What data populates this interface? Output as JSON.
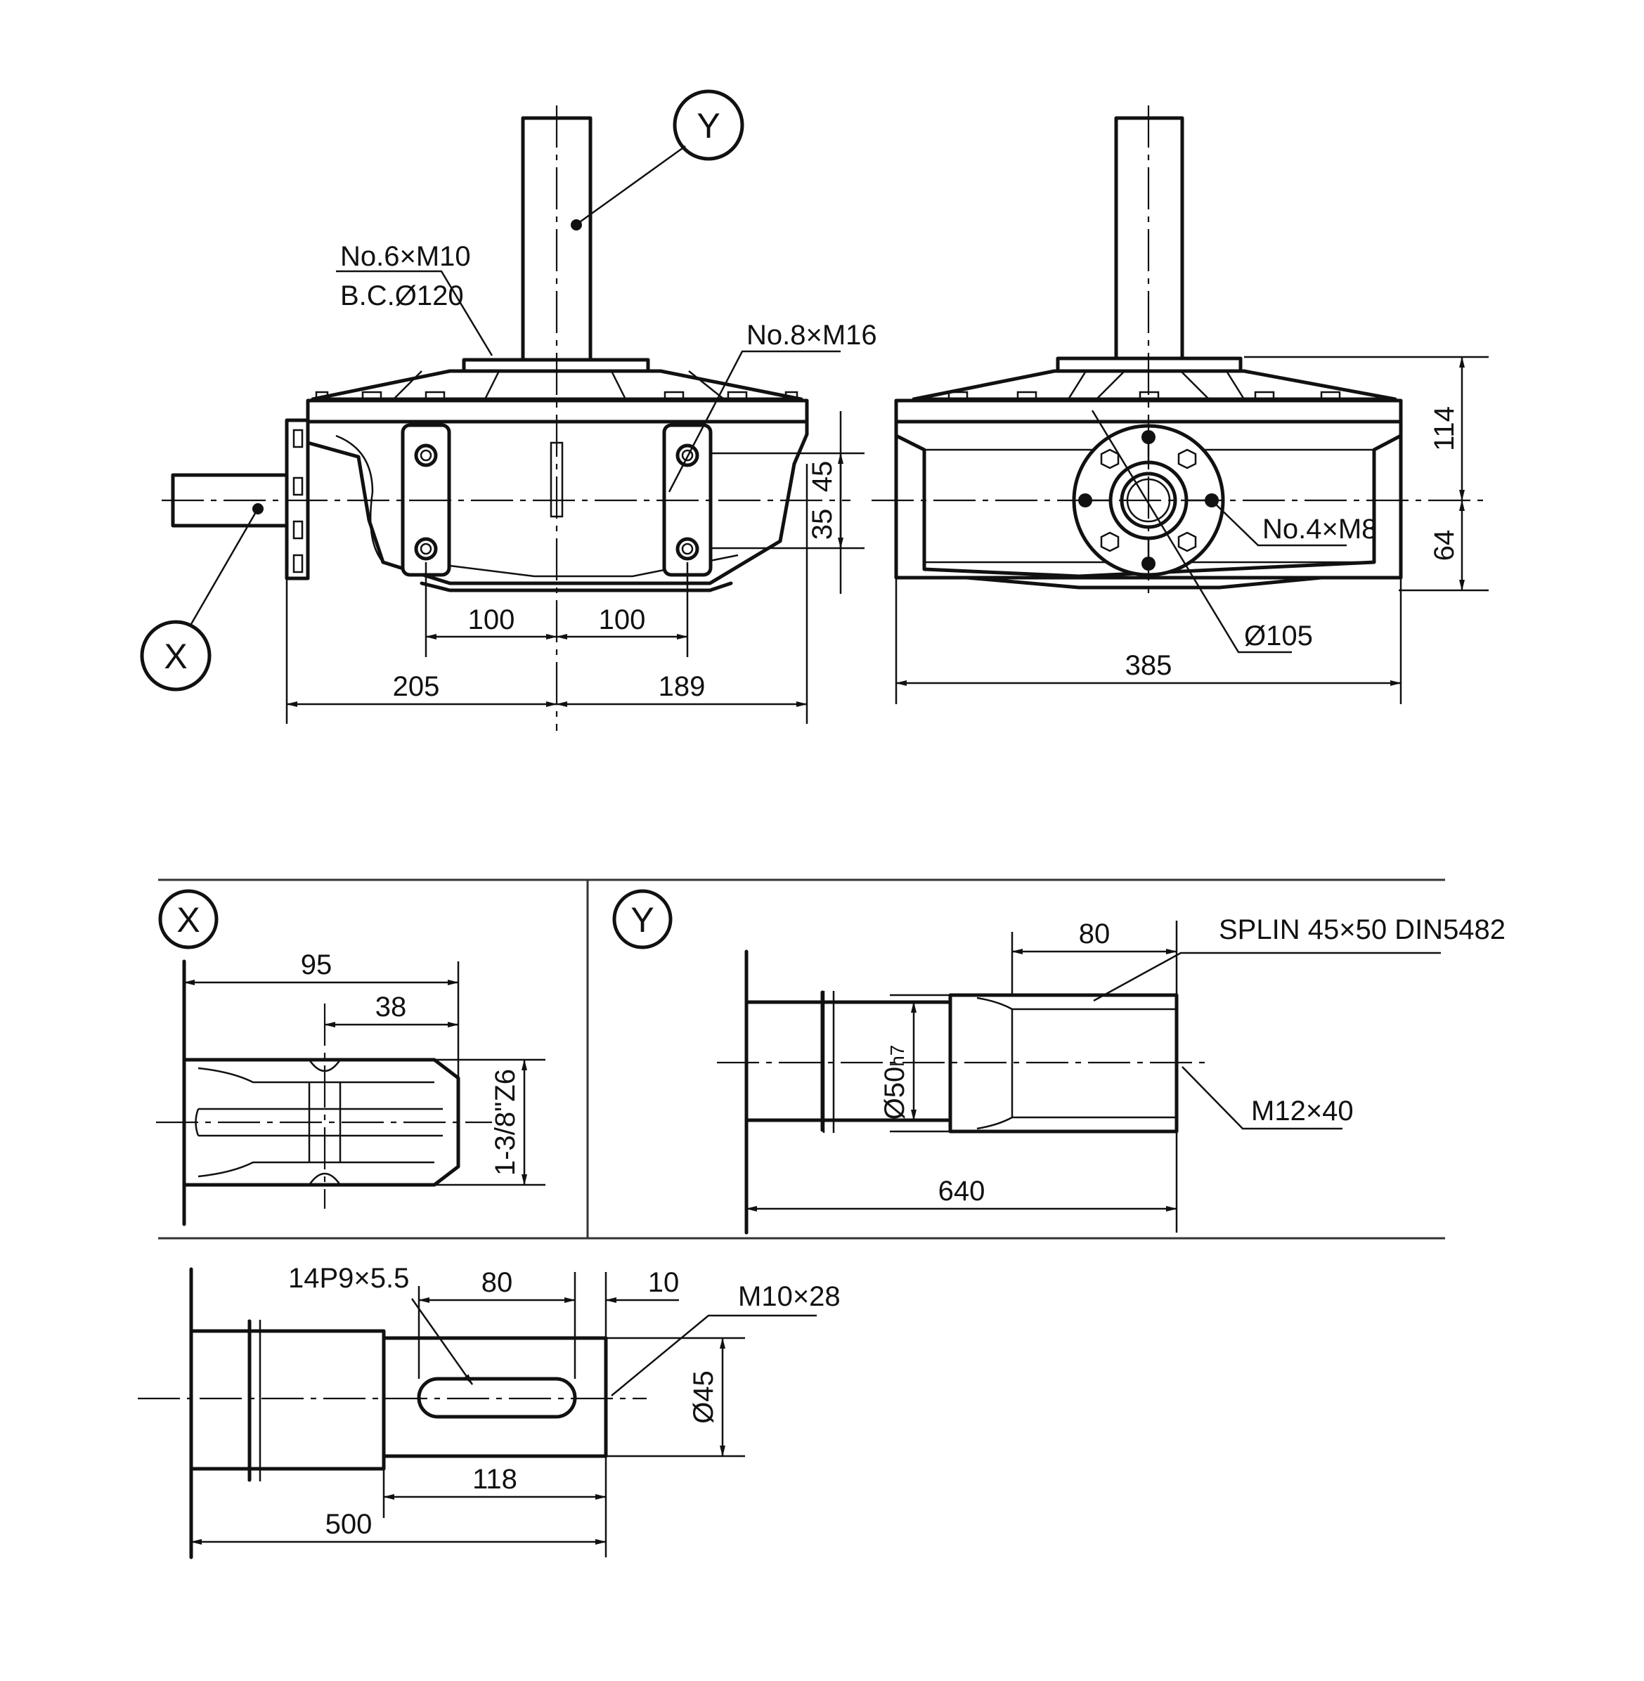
{
  "views": {
    "front": {
      "bolts_top": "No.6×M10",
      "bolt_circle": "B.C.Ø120",
      "bolts_feet": "No.8×M16",
      "dim_45": "45",
      "dim_35": "35",
      "dim_100_left": "100",
      "dim_100_right": "100",
      "dim_205": "205",
      "dim_189": "189"
    },
    "side": {
      "dim_114": "114",
      "dim_64": "64",
      "flange_bolts": "No.4×M8",
      "flange_dia": "Ø105",
      "dim_385": "385"
    },
    "detail_x": {
      "label": "X",
      "dim_95": "95",
      "dim_38": "38",
      "spline": "1-3/8\"Z6"
    },
    "detail_y": {
      "label": "Y",
      "dim_80": "80",
      "spline": "SPLIN 45×50 DIN5482",
      "dia_main": "Ø50",
      "dia_tol": "h7",
      "thread": "M12×40",
      "dim_640": "640"
    },
    "detail_shaft": {
      "key": "14P9×5.5",
      "dim_80": "80",
      "dim_10": "10",
      "thread": "M10×28",
      "dia": "Ø45",
      "dim_118": "118",
      "dim_500": "500"
    }
  },
  "bubbles": {
    "x": "X",
    "y": "Y"
  }
}
